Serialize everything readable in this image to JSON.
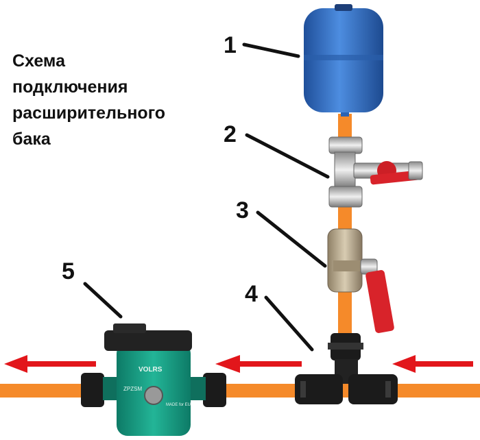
{
  "title": {
    "lines": [
      "Схема",
      "подключения",
      "расширительного",
      "бака"
    ]
  },
  "callouts": [
    "1",
    "2",
    "3",
    "4",
    "5"
  ],
  "pump": {
    "brand": "VOLRS",
    "model": "ZPZSM",
    "made_in": "MADE for EU"
  },
  "colors": {
    "pipe": "#f58a2a",
    "arrow": "#e2161b",
    "tank": "#2f6fc4",
    "pump_body": "#1aa38a",
    "fitting_black": "#1b1b1b",
    "brass": "#b8a98a",
    "valve_handle": "#d8232a"
  }
}
